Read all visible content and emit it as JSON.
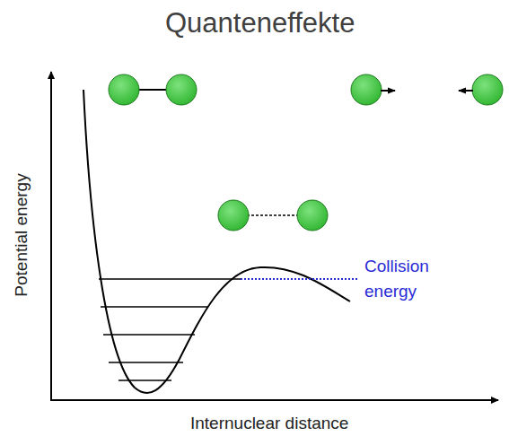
{
  "diagram": {
    "title": "Quanteneffekte",
    "labels": [
      "Potential energy",
      "Internuclear distance",
      "Collision energy"
    ]
  }
}
